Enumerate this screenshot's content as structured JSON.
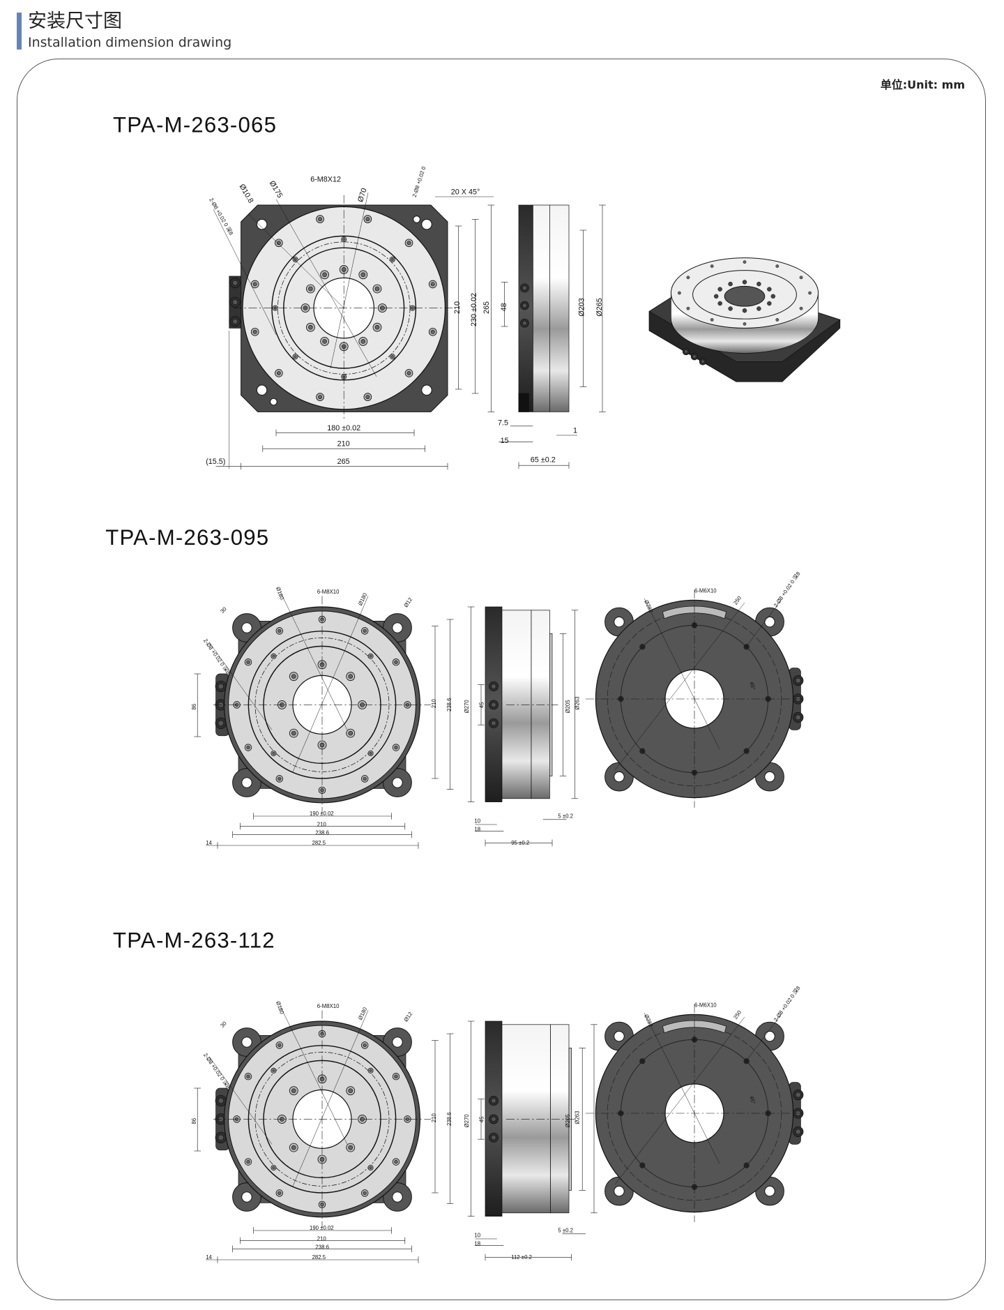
{
  "header": {
    "title_cn": "安装尺寸图",
    "title_en": "Installation dimension drawing"
  },
  "unit_label": "单位:Unit: mm",
  "models": [
    {
      "name": "TPA-M-263-065",
      "front": [
        "6-M8X12",
        "Ø10.8",
        "Ø175",
        "2-Ø8 +0.02 0 深8",
        "Ø70",
        "2-Ø8 +0.02 0",
        "20 X 45°",
        "180 ±0.02",
        "210",
        "265",
        "(15.5)",
        "210",
        "230 ±0.02",
        "265"
      ],
      "side": [
        "48",
        "Ø203",
        "Ø265",
        "7.5",
        "15",
        "1",
        "65 ±0.2"
      ]
    },
    {
      "name": "TPA-M-263-095",
      "front": [
        "6-M8X10",
        "30",
        "Ø180",
        "Ø12",
        "2-Ø8 +0.02 0 深8",
        "Ø180",
        "86",
        "210",
        "238.6",
        "190 ±0.02",
        "210",
        "238.6",
        "282.5",
        "14"
      ],
      "side": [
        "Ø270",
        "45",
        "Ø205",
        "Ø263",
        "10",
        "18",
        "5 ±0.2",
        "95 ±0.2"
      ],
      "back": [
        "6-M6X10",
        "Ø282",
        "250",
        "2-Ø8 +0.02 0 深8",
        "45°"
      ]
    },
    {
      "name": "TPA-M-263-112",
      "front": [
        "6-M8X10",
        "30",
        "Ø180",
        "Ø12",
        "2-Ø8 +0.02 0 深8",
        "Ø180",
        "86",
        "210",
        "238.6",
        "190 ±0.02",
        "210",
        "238.6",
        "282.5",
        "14"
      ],
      "side": [
        "Ø270",
        "45",
        "Ø205",
        "Ø263",
        "10",
        "18",
        "5 ±0.2",
        "112 ±0.2"
      ],
      "back": [
        "6-M6X10",
        "Ø282",
        "250",
        "2-Ø8 +0.02 0 深8",
        "45°"
      ]
    }
  ]
}
